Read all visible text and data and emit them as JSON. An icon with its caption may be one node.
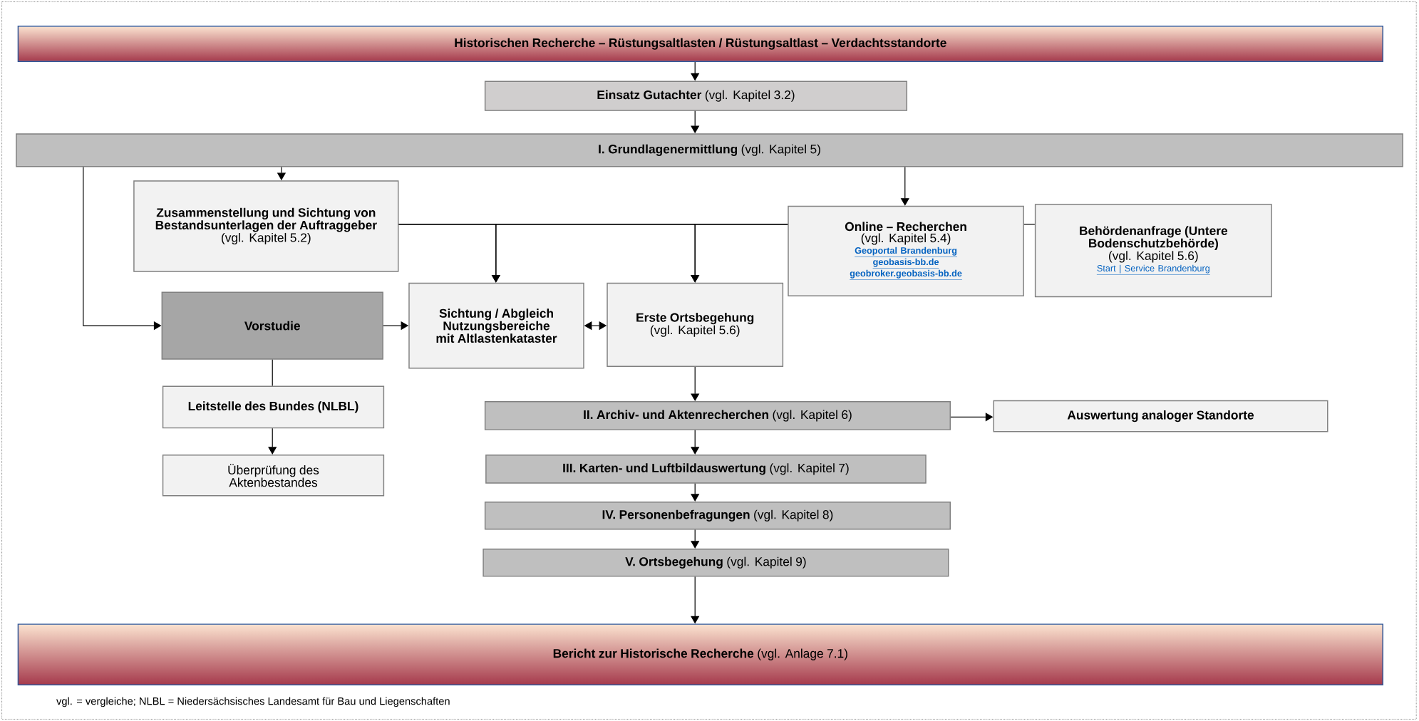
{
  "diagram": {
    "nodes": [
      {
        "text": [
          "Historischen Recherche – Rüstungsaltlasten / Rüstungsaltlast – Verdachtsstandorte"
        ]
      },
      {
        "text": [
          "**Einsatz Gutachter** (vgl. Kapitel 3.2)"
        ]
      },
      {
        "text": [
          "**I. Grundlagenermittlung** (vgl. Kapitel 5)"
        ]
      },
      {
        "text": [
          "Zusammenstellung und Sichtung von Bestandsunterlagen der Auftraggeber",
          "(vgl. Kapitel 5.2)"
        ]
      },
      {
        "text": [
          "Online – Recherchen",
          "(vgl. Kapitel 5.4)",
          "Geoportal Brandenburg",
          "geobasis-bb.de",
          "geobroker.geobasis-bb.de"
        ]
      },
      {
        "text": [
          "Behördenanfrage (Untere Bodenschutzbehörde)",
          "(vgl. Kapitel 5.6)",
          "Start | Service Brandenburg"
        ]
      },
      {
        "text": [
          "Vorstudie"
        ]
      },
      {
        "text": [
          "Sichtung / Abgleich Nutzungsbereiche mit Altlastenkataster"
        ]
      },
      {
        "text": [
          "Erste Ortsbegehung",
          "(vgl. Kapitel 5.6)"
        ]
      },
      {
        "text": [
          "Leitstelle des Bundes (NLBL)"
        ]
      },
      {
        "text": [
          "Überprüfung des Aktenbestandes"
        ]
      },
      {
        "text": [
          "**II. Archiv- und Aktenrecherchen** (vgl. Kapitel 6)"
        ]
      },
      {
        "text": [
          "Auswertung analoger Standorte"
        ]
      },
      {
        "text": [
          "**III. Karten- und Luftbildauswertung** (vgl. Kapitel 7)"
        ]
      },
      {
        "text": [
          "**IV. Personenbefragungen** (vgl. Kapitel 8)"
        ]
      },
      {
        "text": [
          "**V. Ortsbegehung** (vgl. Kapitel 9)"
        ]
      },
      {
        "text": [
          "**Bericht zur Historische Recherche** (vgl. Anlage 7.1)"
        ]
      }
    ],
    "edges": [
      {
        "from": 0,
        "to": 1,
        "arrow": "to"
      },
      {
        "from": 1,
        "to": 2,
        "arrow": "to"
      },
      {
        "from": 2,
        "to": 3,
        "arrow": "to"
      },
      {
        "from": 2,
        "to": 4,
        "arrow": "to"
      },
      {
        "from": 2,
        "to": 6,
        "arrow": "to"
      },
      {
        "from": 3,
        "to": 7,
        "arrow": "to"
      },
      {
        "from": 3,
        "to": 8,
        "arrow": "to"
      },
      {
        "from": 4,
        "to": 7,
        "arrow": "to"
      },
      {
        "from": 4,
        "to": 8,
        "arrow": "to"
      },
      {
        "from": 4,
        "to": 5,
        "arrow": "none"
      },
      {
        "from": 6,
        "to": 7,
        "arrow": "to"
      },
      {
        "from": 7,
        "to": 8,
        "arrow": "both"
      },
      {
        "from": 6,
        "to": 9,
        "arrow": "none"
      },
      {
        "from": 9,
        "to": 10,
        "arrow": "to"
      },
      {
        "from": 8,
        "to": 11,
        "arrow": "to"
      },
      {
        "from": 11,
        "to": 12,
        "arrow": "to"
      },
      {
        "from": 11,
        "to": 13,
        "arrow": "to"
      },
      {
        "from": 13,
        "to": 14,
        "arrow": "to"
      },
      {
        "from": 14,
        "to": 15,
        "arrow": "to"
      },
      {
        "from": 15,
        "to": 16,
        "arrow": "to"
      }
    ],
    "labels": [
      "vgl. = vergleiche; NLBL = Niedersächsisches Landesamt für Bau und Liegenschaften"
    ]
  }
}
